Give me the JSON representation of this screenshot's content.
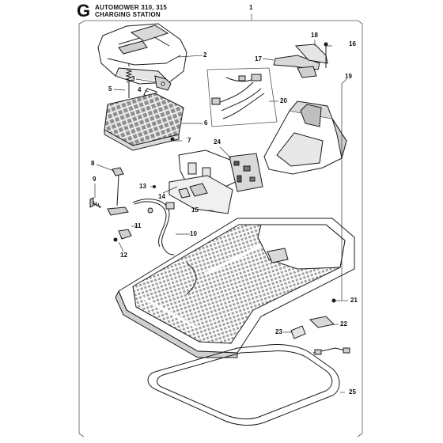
{
  "header": {
    "section_letter": "G",
    "title_line1": "AUTOMOWER 310, 315",
    "title_line2": "CHARGING STATION"
  },
  "callouts": {
    "c1": "1",
    "c2": "2",
    "c3": "3",
    "c4": "4",
    "c5": "5",
    "c6": "6",
    "c7": "7",
    "c8": "8",
    "c9": "9",
    "c10": "10",
    "c11": "11",
    "c12": "12",
    "c13": "13",
    "c14": "14",
    "c15": "15",
    "c16": "16",
    "c17": "17",
    "c18": "18",
    "c19": "19",
    "c20": "20",
    "c21": "21",
    "c22": "22",
    "c23": "23",
    "c24": "24",
    "c25": "25"
  },
  "colors": {
    "line": "#1a1a1a",
    "mesh": "#bdbdbd",
    "shade": "#9a9a9a",
    "paper": "#ffffff"
  }
}
